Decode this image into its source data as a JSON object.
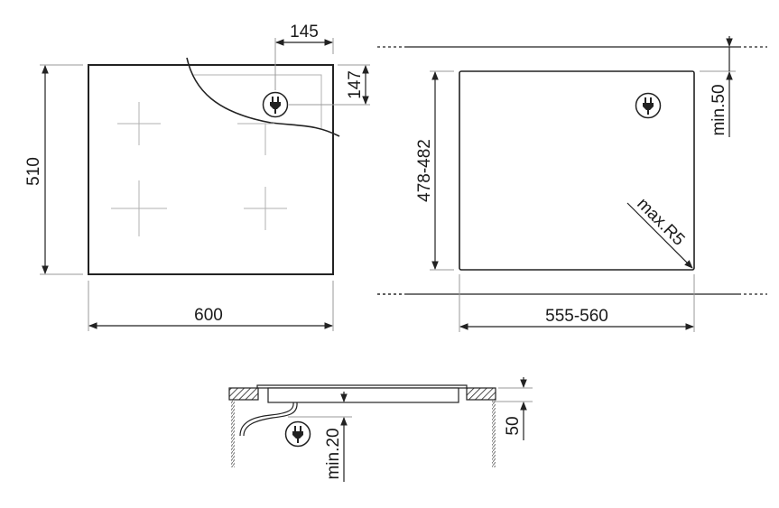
{
  "top_view": {
    "width_label": "600",
    "height_label": "510",
    "connection_x_label": "145",
    "connection_y_label": "147",
    "zones": 4
  },
  "cutout_view": {
    "width_label": "555-560",
    "height_label": "478-482",
    "back_clearance_label": "min.50",
    "corner_radius_label": "max.R5"
  },
  "side_view": {
    "below_clearance_label": "min.20",
    "worktop_depth_label": "50"
  },
  "icons": {
    "plug": "plug-icon"
  }
}
